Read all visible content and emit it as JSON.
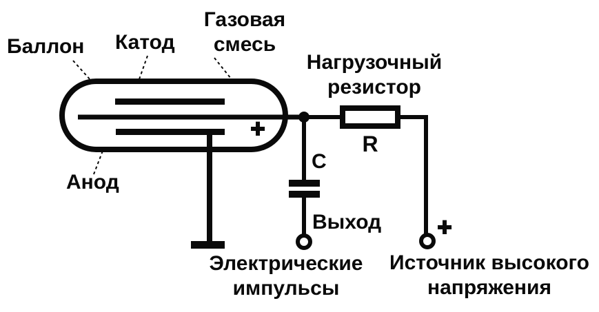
{
  "diagram": {
    "title": "Geiger-Muller tube circuit diagram",
    "colors": {
      "ink": "#0a0a0a",
      "background": "#ffffff"
    },
    "labels": {
      "balloon": "Баллон",
      "cathode": "Катод",
      "gas_mixture_line1": "Газовая",
      "gas_mixture_line2": "смесь",
      "anode": "Анод",
      "load_resistor_line1": "Нагрузочный",
      "load_resistor_line2": "резистор",
      "resistor_symbol": "R",
      "capacitor_symbol": "C",
      "output": "Выход",
      "pulses_line1": "Электрические",
      "pulses_line2": "импульсы",
      "hv_source_line1": "Источник высокого",
      "hv_source_line2": "напряжения",
      "tube_polarity": "+",
      "source_polarity": "+"
    }
  }
}
